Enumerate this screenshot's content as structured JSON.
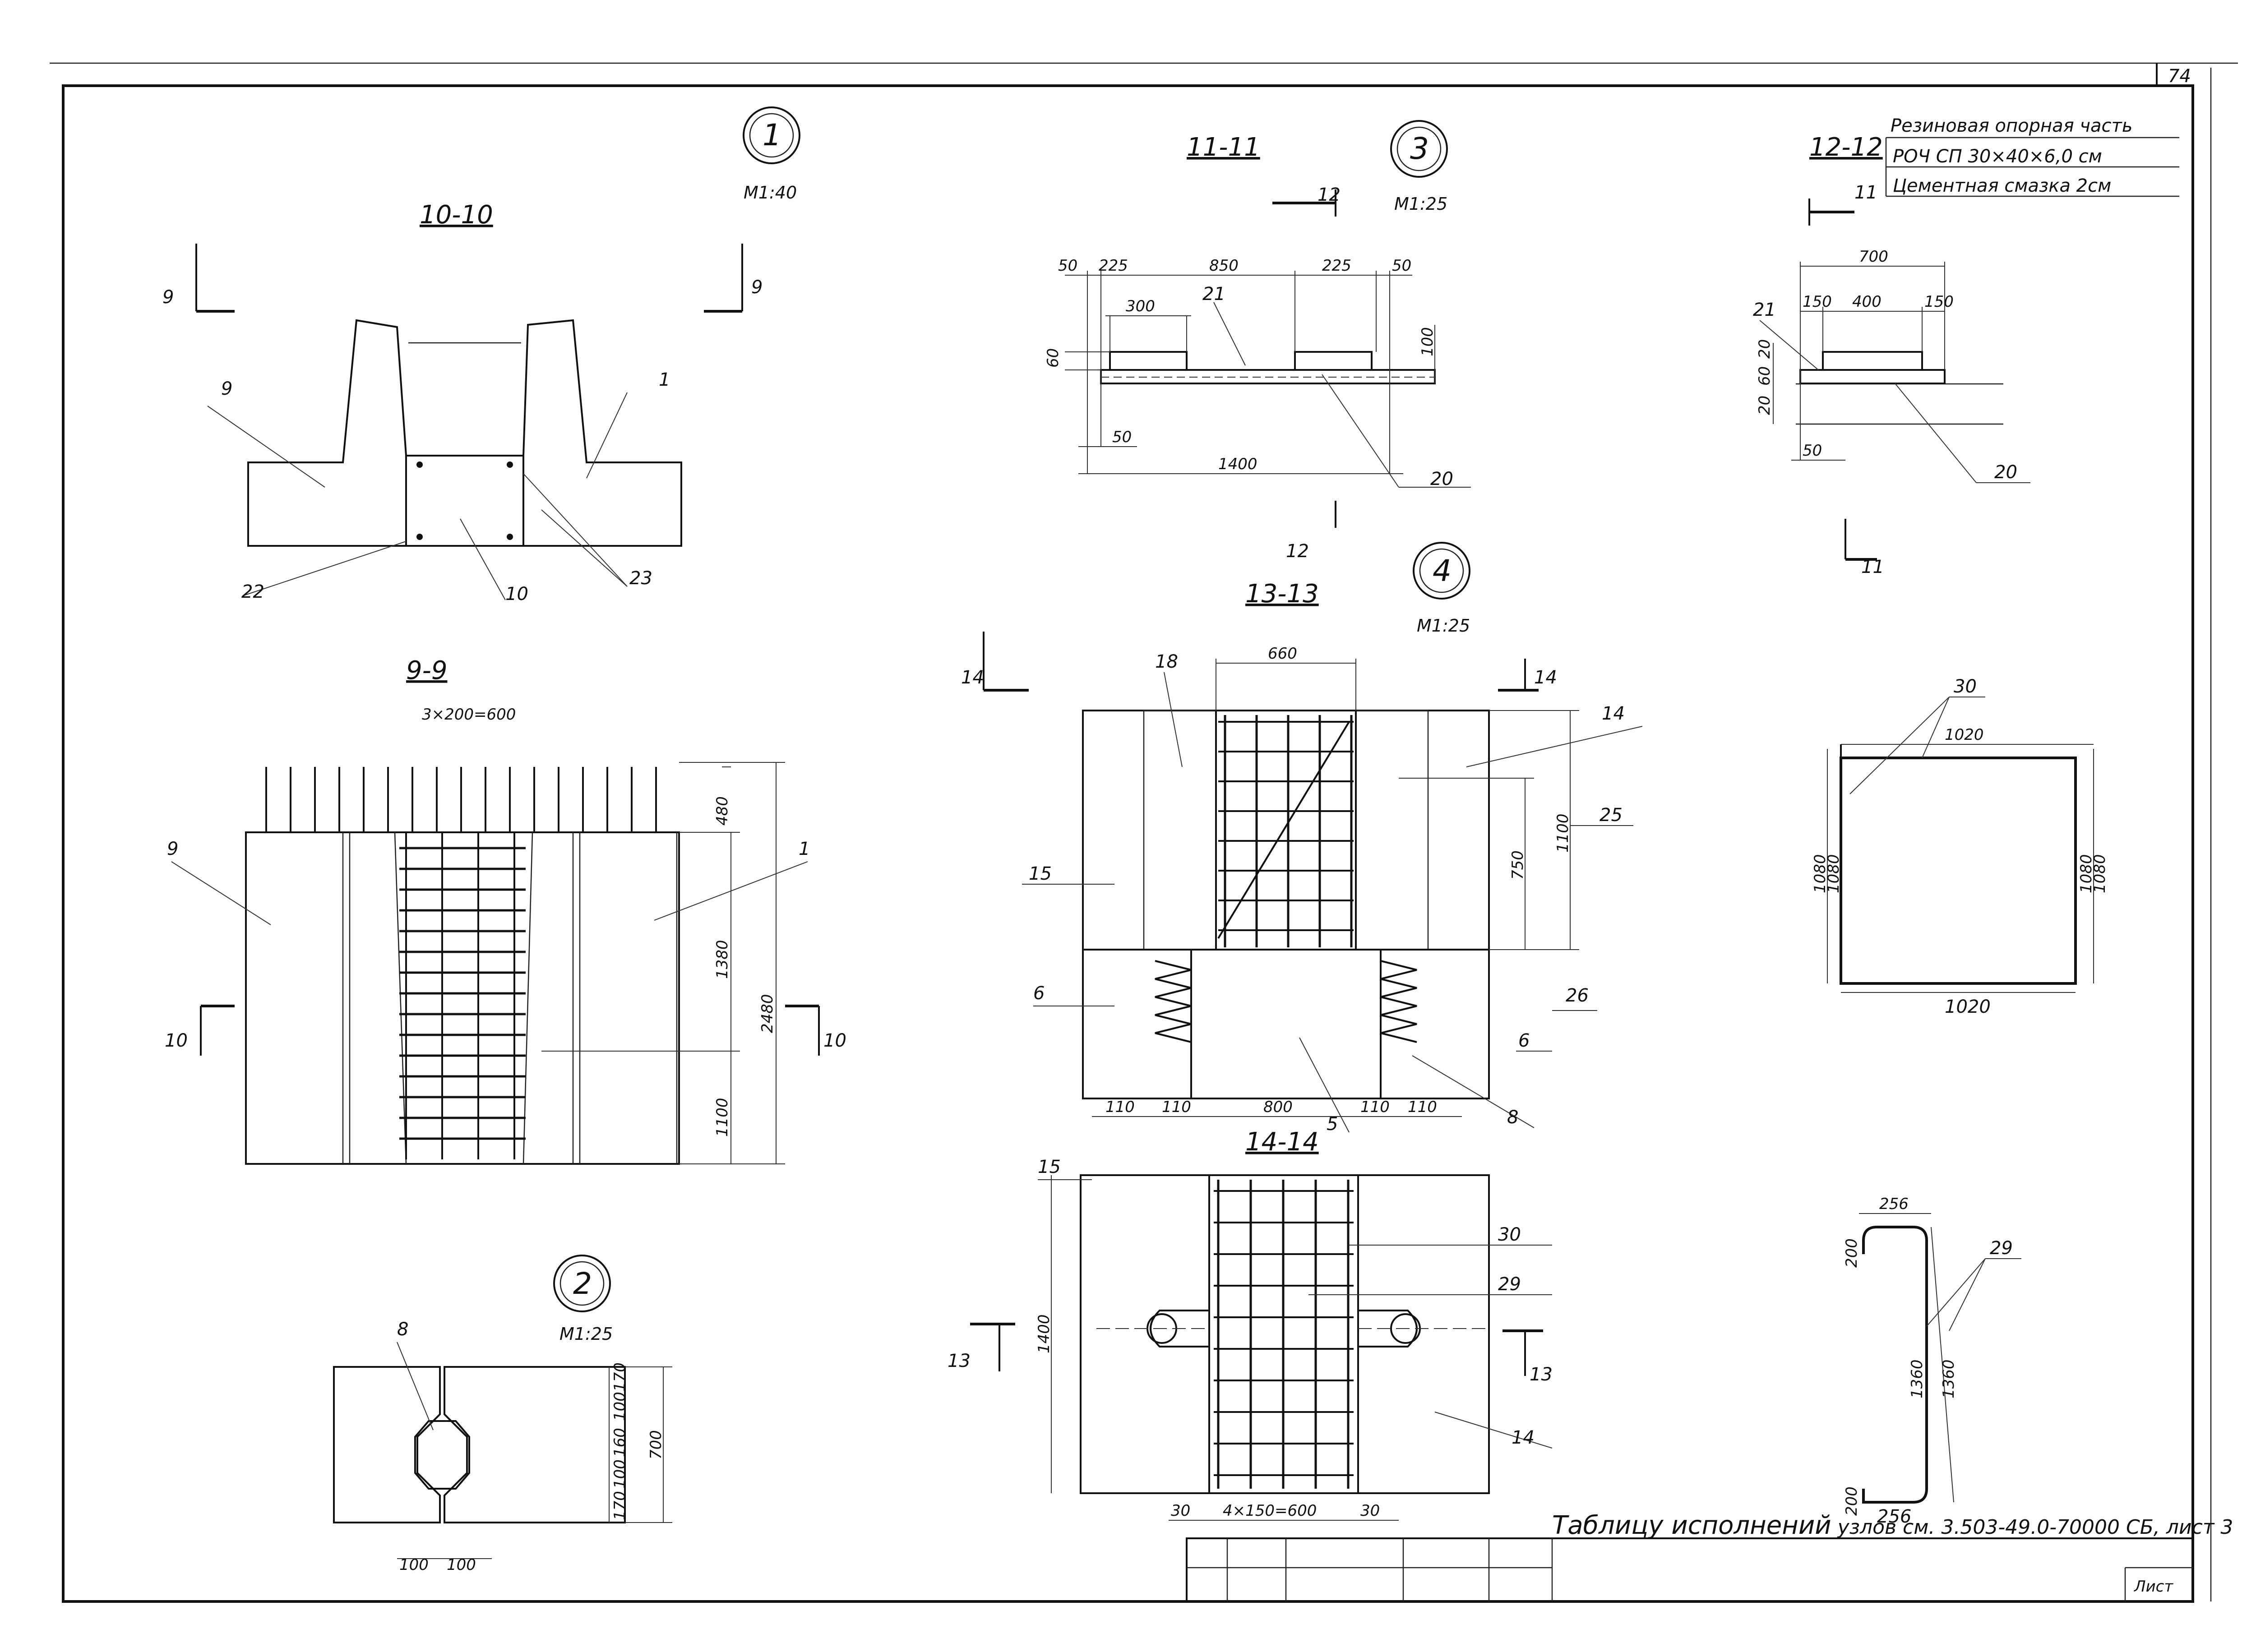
{
  "sheet": {
    "number": "74",
    "list_label": "Лист",
    "note_main": "Таблицу исполнений",
    "note_ref": "узлов см. 3.503-49.0-70000 СБ, лист 3"
  },
  "nodes": [
    {
      "num": "1",
      "scale": "М1:40"
    },
    {
      "num": "2",
      "scale": "М1:25"
    },
    {
      "num": "3",
      "scale": "М1:25"
    },
    {
      "num": "4",
      "scale": "М1:25"
    }
  ],
  "sections": {
    "s10": {
      "title": "10-10",
      "cut": "9",
      "labels": [
        "9",
        "1",
        "22",
        "10",
        "23"
      ]
    },
    "s9": {
      "title": "9-9",
      "cut": "10",
      "top_dim": "3×200=600",
      "dims": [
        "480",
        "1380",
        "2480",
        "1100"
      ],
      "labels": [
        "9",
        "1"
      ]
    },
    "s11": {
      "title": "11-11",
      "cut": "12",
      "dims_top": [
        "50",
        "225",
        "850",
        "225",
        "50"
      ],
      "dim_300": "300",
      "dim_60": "60",
      "dim_100": "100",
      "dim_50": "50",
      "dim_1400": "1400",
      "labels": [
        "21",
        "20"
      ]
    },
    "s12": {
      "title": "12-12",
      "cut": "11",
      "dims_top": [
        "700",
        "150",
        "400",
        "150"
      ],
      "dims_left": [
        "20",
        "60",
        "20"
      ],
      "dim_50": "50",
      "labels": [
        "21",
        "20"
      ]
    },
    "s13": {
      "title": "13-13",
      "cut": "14",
      "dims_top": "660",
      "dims_right": [
        "750",
        "1100"
      ],
      "dims_bottom": [
        "110",
        "110",
        "800",
        "110",
        "110"
      ],
      "labels": [
        "18",
        "14",
        "25",
        "15",
        "6",
        "26",
        "6",
        "5",
        "8"
      ]
    },
    "s14": {
      "title": "14-14",
      "cut": "13",
      "dim_left": "1400",
      "dims_bottom": [
        "30",
        "4×150=600",
        "30"
      ],
      "labels": [
        "15",
        "30",
        "29",
        "14"
      ]
    },
    "node2": {
      "dims_right": [
        "170",
        "100",
        "160",
        "100",
        "170"
      ],
      "dim_total": "700",
      "dims_bottom": [
        "100",
        "100"
      ],
      "label": "8"
    },
    "rebar30": {
      "label": "30",
      "top": "1020",
      "bottom": "1020",
      "left": [
        "1080",
        "1080"
      ],
      "right": [
        "1080",
        "1080"
      ]
    },
    "rebar29": {
      "label": "29",
      "top": "256",
      "bottom": "256",
      "left_top": "200",
      "left_bottom": "200",
      "mid": [
        "1360",
        "1360"
      ]
    }
  },
  "legend": {
    "title": "Резиновая опорная часть",
    "row1": "РОЧ СП 30×40×6,0 см",
    "row2": "Цементная смазка  2см"
  }
}
